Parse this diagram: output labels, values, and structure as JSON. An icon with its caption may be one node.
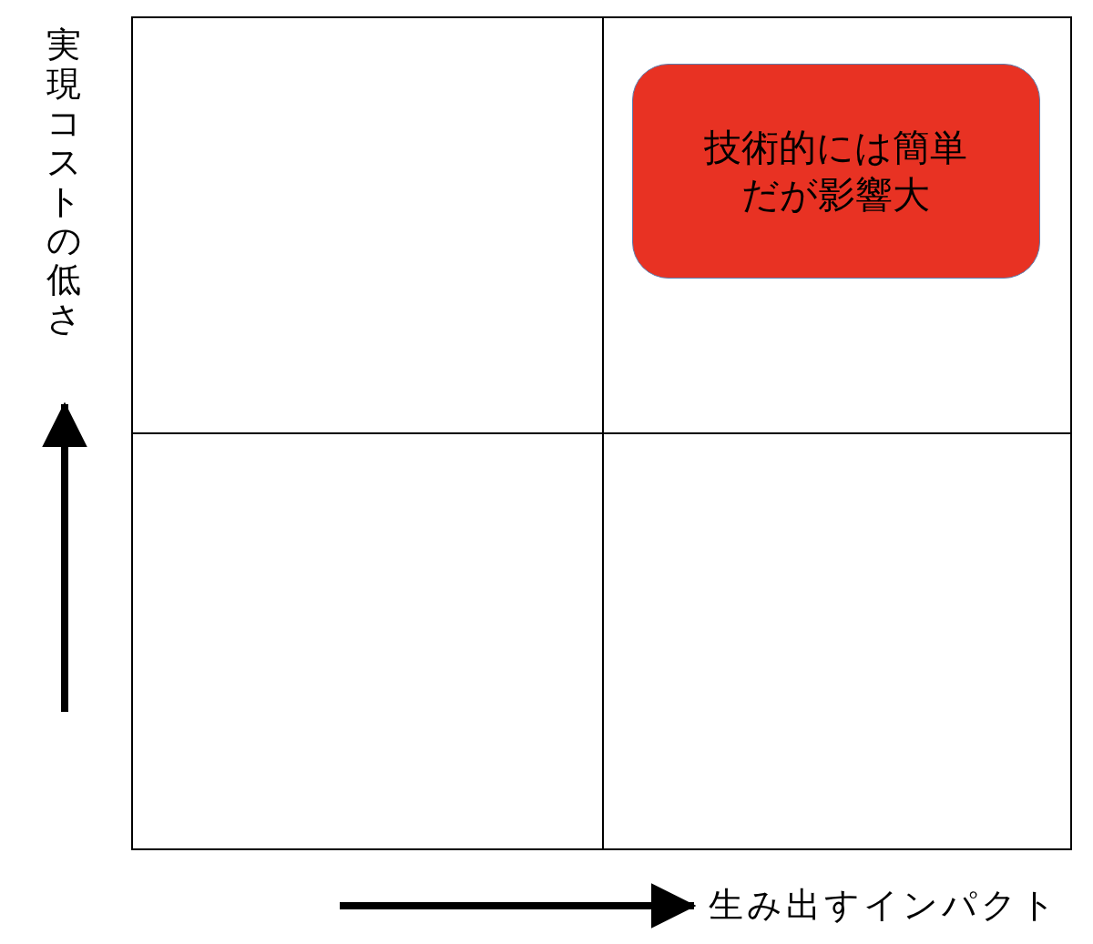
{
  "diagram": {
    "nodes": [
      {
        "text": [
          "技術的には簡単だが影響大"
        ]
      }
    ],
    "edges": [],
    "labels": [
      "実現コストの低さ",
      "生み出すインパクト"
    ]
  }
}
